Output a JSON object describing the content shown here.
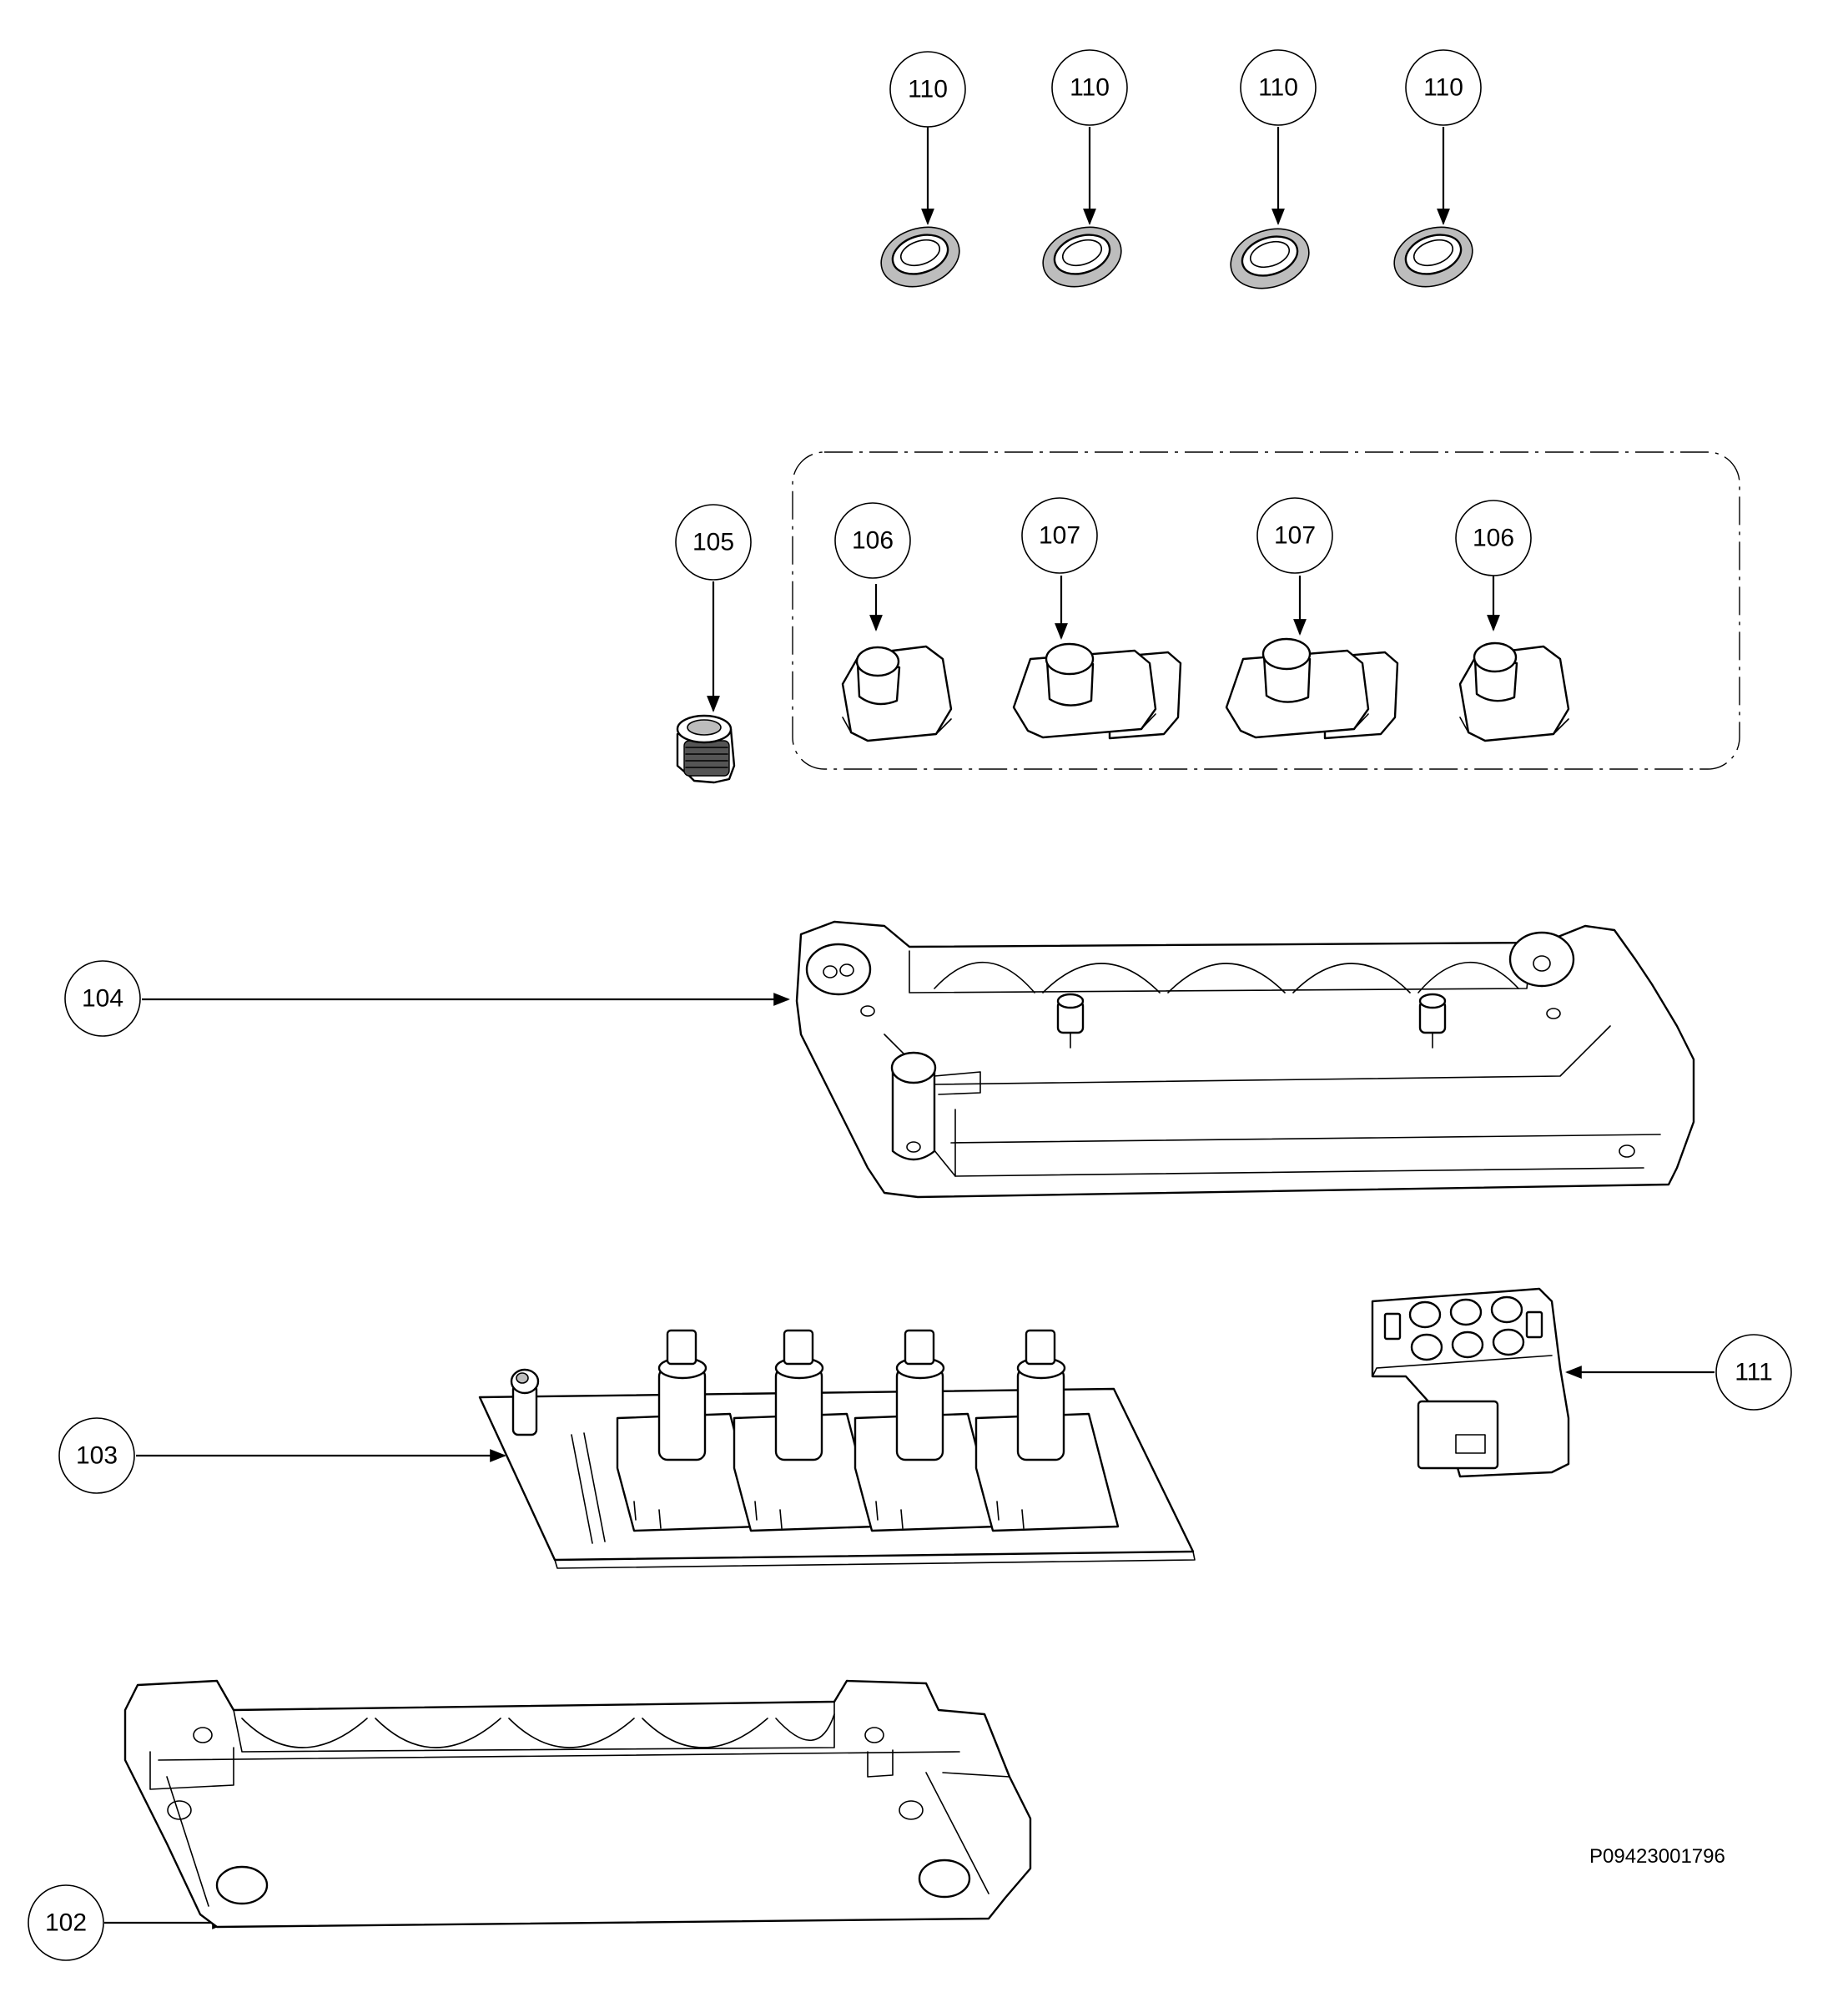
{
  "drawing_code": "P09423001796",
  "callouts": {
    "c110a": "110",
    "c110b": "110",
    "c110c": "110",
    "c110d": "110",
    "c105": "105",
    "c106a": "106",
    "c107a": "107",
    "c107b": "107",
    "c106b": "106",
    "c104": "104",
    "c103": "103",
    "c111": "111",
    "c102": "102"
  }
}
